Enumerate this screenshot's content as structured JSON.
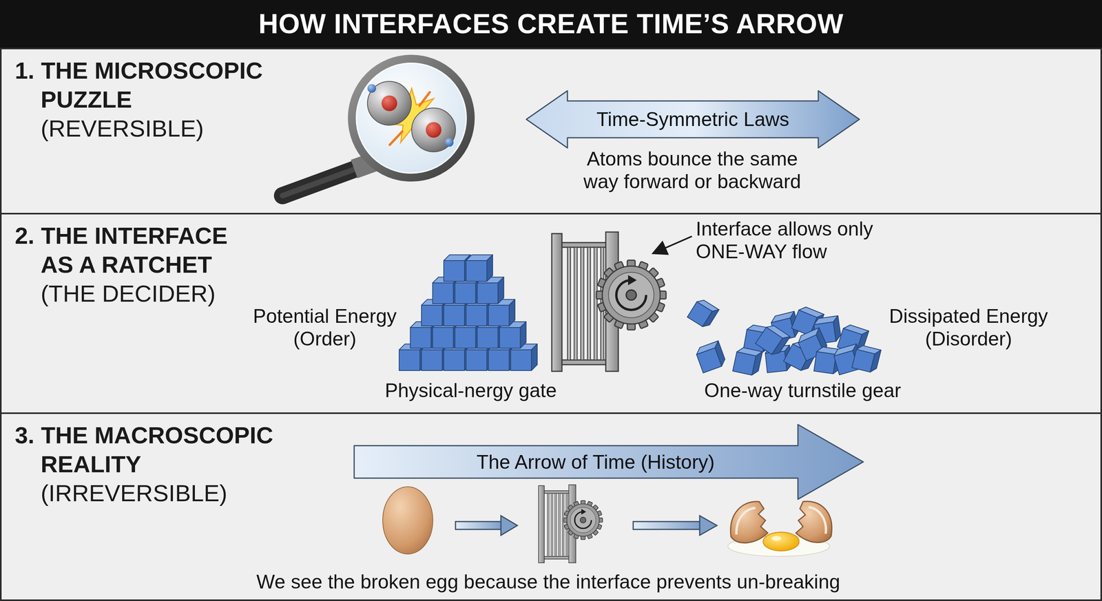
{
  "diagram": {
    "title": "HOW INTERFACES CREATE TIME’S ARROW",
    "nodes": [
      {
        "text": [
          "1. THE MICROSCOPIC PUZZLE",
          "(REVERSIBLE)"
        ]
      },
      {
        "text": [
          "Time-Symmetric Laws"
        ],
        "in": 0
      },
      {
        "text": [
          "2. THE INTERFACE AS A RATCHET",
          "(THE DECIDER)"
        ]
      },
      {
        "text": [
          "3. THE MACROSCOPIC REALITY",
          "(IRREVERSIBLE)"
        ]
      },
      {
        "text": [
          "The Arrow of Time (History)"
        ],
        "in": 3
      }
    ],
    "labels": [
      "Atoms bounce the same way forward or backward",
      "Interface allows only ONE-WAY flow",
      "Potential Energy (Order)",
      "Dissipated Energy (Disorder)",
      "Physical-nergy gate",
      "One-way turnstile gear",
      "We see the broken egg because the interface prevents un-breaking"
    ]
  }
}
